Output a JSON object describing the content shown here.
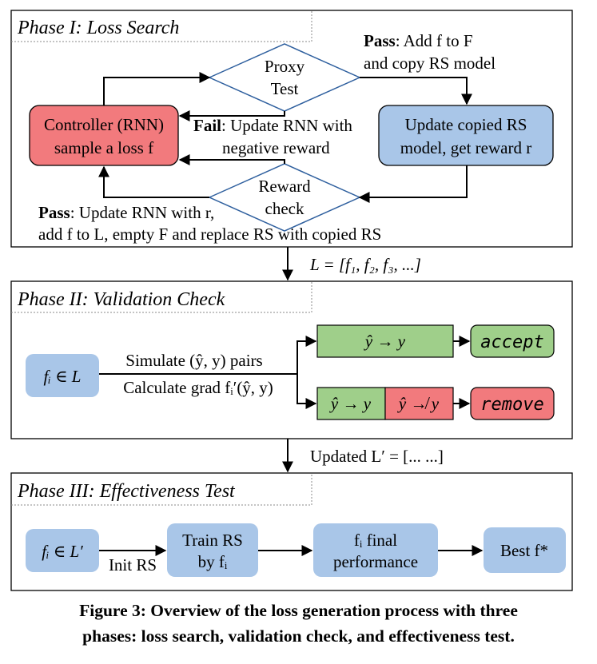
{
  "colors": {
    "red_box": "#f27a7d",
    "blue_box": "#a9c6e8",
    "green_box": "#9fcf8a",
    "diamond_stroke": "#2e5f9e"
  },
  "phase1": {
    "title": "Phase I: Loss Search",
    "proxy_test": [
      "Proxy",
      "Test"
    ],
    "reward_check": [
      "Reward",
      "check"
    ],
    "controller": [
      "Controller (RNN)",
      "sample a loss f"
    ],
    "update_model": [
      "Update copied RS",
      "model, get reward r"
    ],
    "pass_top_bold": "Pass",
    "pass_top_line1": ": Add f to F",
    "pass_top_line2": "and copy RS model",
    "fail_bold": "Fail",
    "fail_line1": ": Update RNN with",
    "fail_line2": "negative reward",
    "pass_bottom_bold": "Pass",
    "pass_bottom_line1": ": Update RNN with r,",
    "pass_bottom_line2": "add f to L, empty F and replace RS with copied RS"
  },
  "arrow1_label": "L = [f₁, f₂, f₃, ...]",
  "phase2": {
    "title": "Phase II: Validation Check",
    "fi_in_L": "fᵢ ∈ L",
    "simulate": "Simulate (ŷ, y) pairs",
    "calc_grad": "Calculate grad fᵢ′(ŷ, y)",
    "accept_cond": "ŷ → y",
    "accept": "accept",
    "remove_cond_a": "ŷ → y",
    "remove_cond_b": "ŷ ↛ y",
    "remove": "remove"
  },
  "arrow2_label": "Updated L′ = [... ...]",
  "phase3": {
    "title": "Phase III: Effectiveness Test",
    "fi_in_Lp": "fᵢ ∈ L′",
    "init_rs": "Init RS",
    "train": [
      "Train RS",
      "by fᵢ"
    ],
    "final": [
      "fᵢ final",
      "performance"
    ],
    "best": "Best f*"
  },
  "caption": [
    "Figure 3: Overview of the loss generation process with three",
    "phases: loss search, validation check, and effectiveness test."
  ]
}
